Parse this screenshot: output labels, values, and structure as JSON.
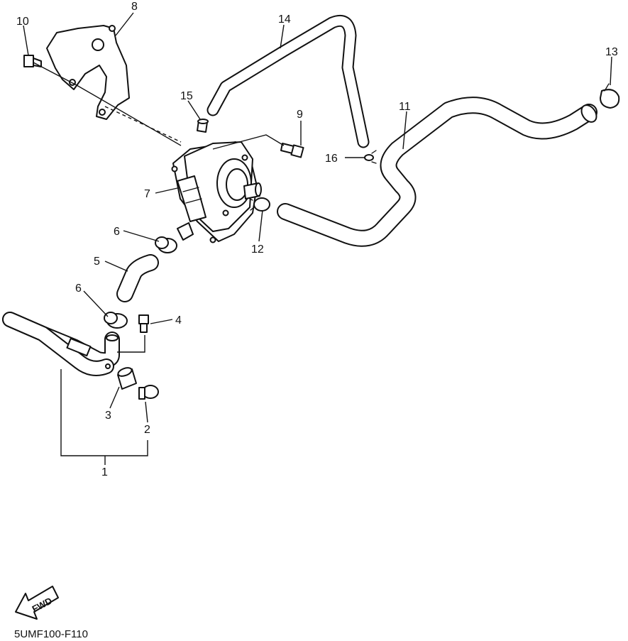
{
  "callouts": {
    "c1": "1",
    "c2": "2",
    "c3": "3",
    "c4": "4",
    "c5": "5",
    "c6a": "6",
    "c6b": "6",
    "c7": "7",
    "c8": "8",
    "c9": "9",
    "c10": "10",
    "c11": "11",
    "c12": "12",
    "c13": "13",
    "c14": "14",
    "c15": "15",
    "c16": "16"
  },
  "fwd_label": "FWD",
  "diagram_code": "5UMF100-F110"
}
